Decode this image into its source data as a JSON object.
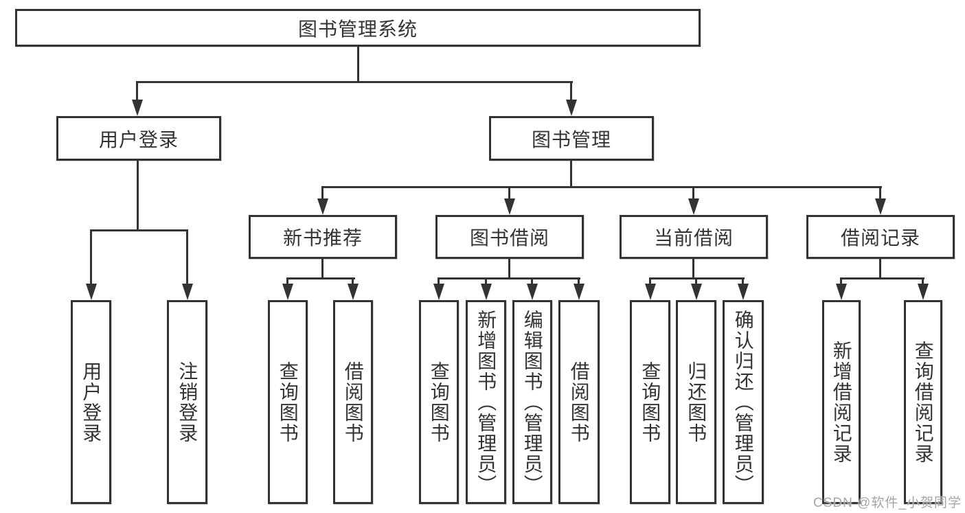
{
  "diagram": {
    "root": {
      "label": "图书管理系统"
    },
    "branches": [
      {
        "label": "用户登录",
        "children": [
          {
            "label": "用户登录"
          },
          {
            "label": "注销登录"
          }
        ]
      },
      {
        "label": "图书管理",
        "children": [
          {
            "label": "新书推荐",
            "children": [
              {
                "label": "查询图书"
              },
              {
                "label": "借阅图书"
              }
            ]
          },
          {
            "label": "图书借阅",
            "children": [
              {
                "label": "查询图书"
              },
              {
                "label": "新增图书（管理员）"
              },
              {
                "label": "编辑图书（管理员）"
              },
              {
                "label": "借阅图书"
              }
            ]
          },
          {
            "label": "当前借阅",
            "children": [
              {
                "label": "查询图书"
              },
              {
                "label": "归还图书"
              },
              {
                "label": "确认归还（管理员）"
              }
            ]
          },
          {
            "label": "借阅记录",
            "children": [
              {
                "label": "新增借阅记录"
              },
              {
                "label": "查询借阅记录"
              }
            ]
          }
        ]
      }
    ]
  },
  "watermark": {
    "text": "CSDN @软件_小贺同学"
  },
  "colors": {
    "background": "#ffffff",
    "line": "#333333",
    "box_border": "#333333",
    "text": "#333333",
    "watermark": "#a5a5a8"
  }
}
